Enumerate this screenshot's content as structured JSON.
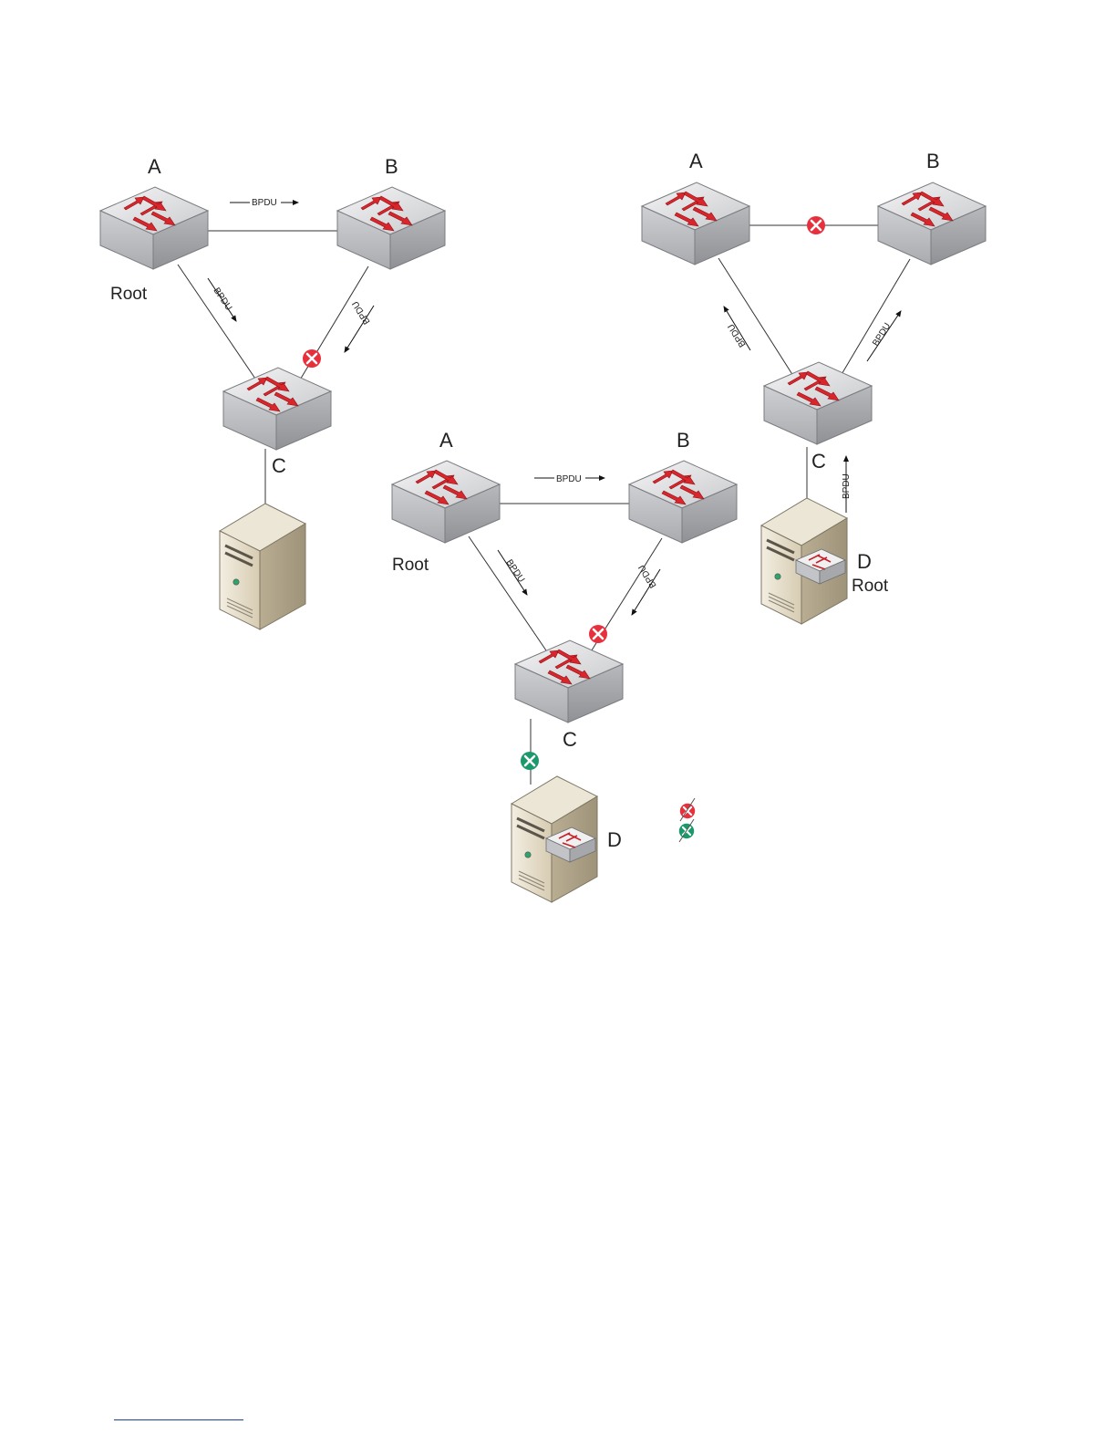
{
  "labels": {
    "a": "A",
    "b": "B",
    "c": "C",
    "d": "D",
    "root": "Root",
    "bpdu": "BPDU"
  },
  "colors": {
    "blocked_port": "#e8303c",
    "forwarding_port": "#1a9a6a",
    "switch_arrow": "#d9262c",
    "switch_body": "#cfd0d3",
    "server_body": "#e4dcc8"
  },
  "icons": {
    "switch": "network-switch-icon",
    "server": "server-tower-icon",
    "blocked": "blocked-port-icon",
    "forwarding": "forwarding-port-icon"
  }
}
